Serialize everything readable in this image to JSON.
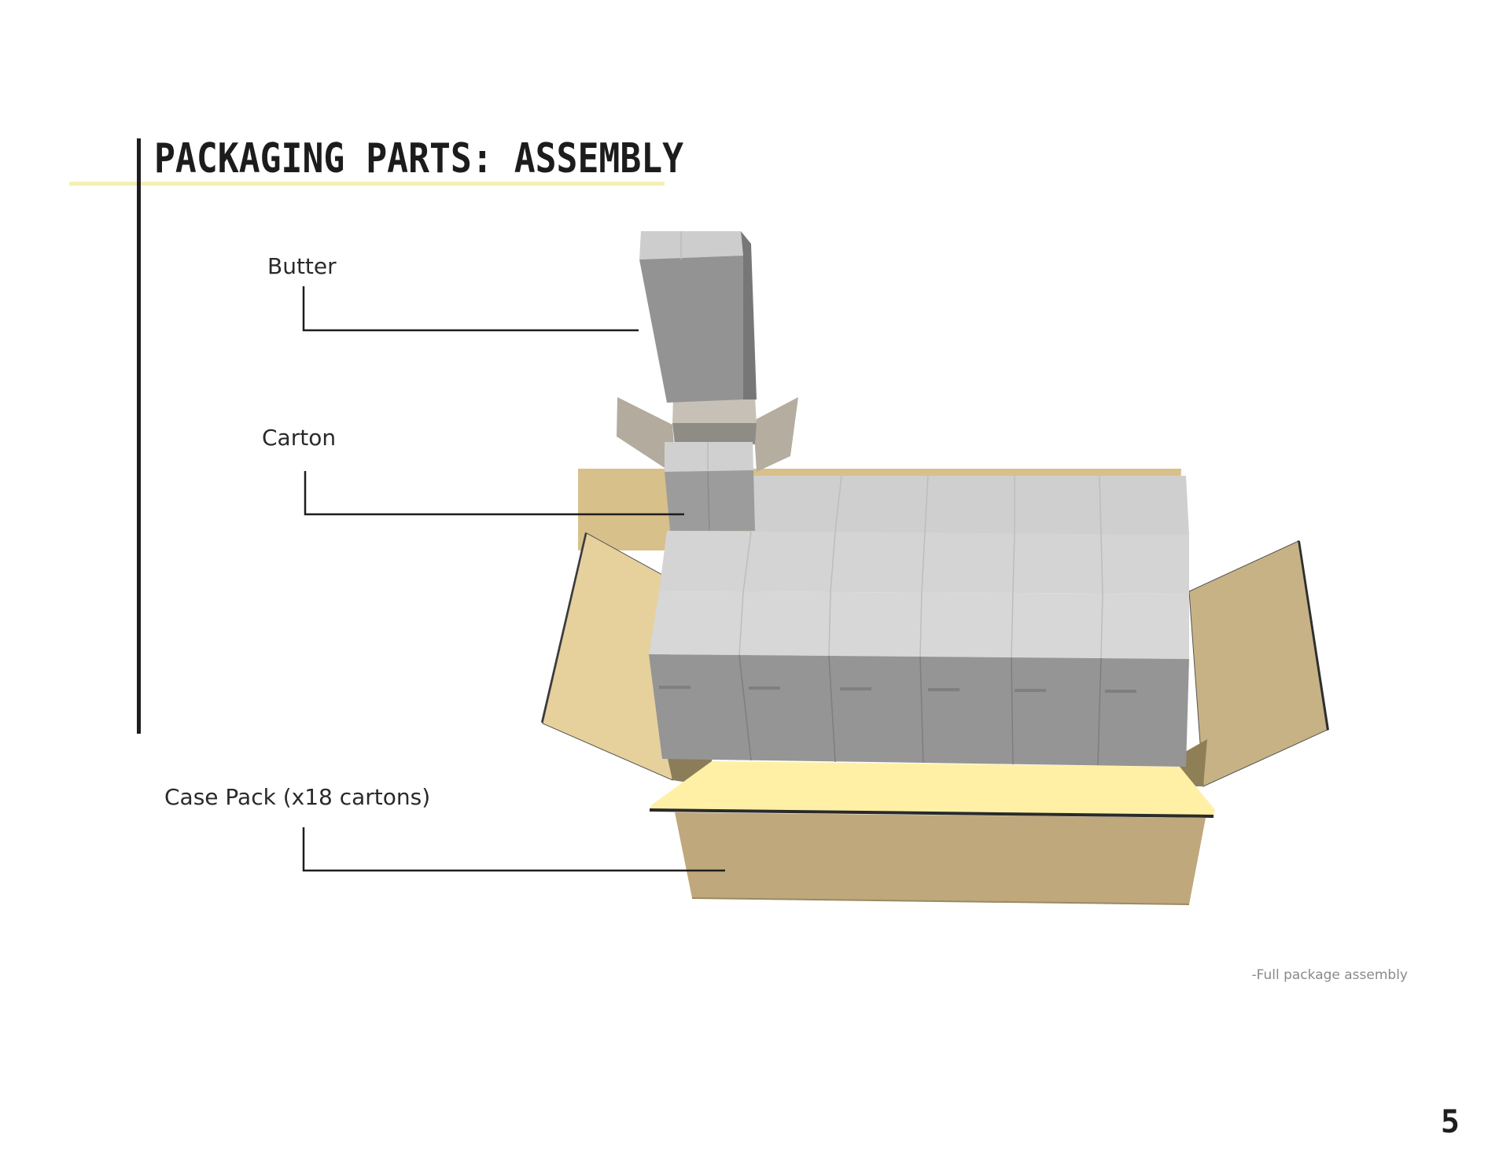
{
  "page": {
    "title": "PACKAGING PARTS: ASSEMBLY",
    "page_number": "5"
  },
  "labels": {
    "butter": "Butter",
    "carton": "Carton",
    "case_pack": "Case Pack (x18 cartons)"
  },
  "caption": "-Full package assembly",
  "colors": {
    "accent_underline": "#f4f0b4",
    "rule": "#1e1e1e",
    "cardboard": "#c8b184",
    "cardboard_light": "#e6d19c",
    "carton_gray": "#9a9a9a",
    "carton_top": "#d2d2d2"
  }
}
